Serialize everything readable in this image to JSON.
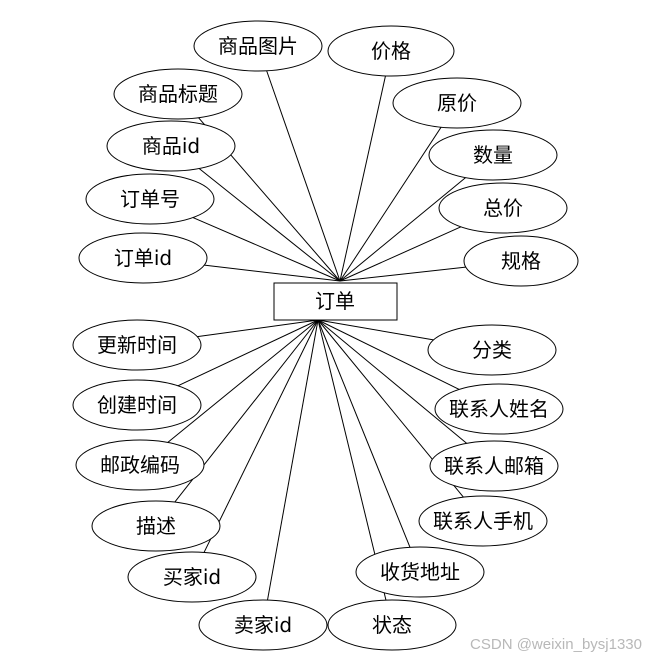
{
  "entity": {
    "label": "订单"
  },
  "attributes": [
    {
      "id": "product-image",
      "label": "商品图片"
    },
    {
      "id": "price",
      "label": "价格"
    },
    {
      "id": "product-title",
      "label": "商品标题"
    },
    {
      "id": "original-price",
      "label": "原价"
    },
    {
      "id": "product-id",
      "label": "商品id"
    },
    {
      "id": "quantity",
      "label": "数量"
    },
    {
      "id": "order-number",
      "label": "订单号"
    },
    {
      "id": "total-price",
      "label": "总价"
    },
    {
      "id": "order-id",
      "label": "订单id"
    },
    {
      "id": "spec",
      "label": "规格"
    },
    {
      "id": "update-time",
      "label": "更新时间"
    },
    {
      "id": "category",
      "label": "分类"
    },
    {
      "id": "create-time",
      "label": "创建时间"
    },
    {
      "id": "contact-name",
      "label": "联系人姓名"
    },
    {
      "id": "postal-code",
      "label": "邮政编码"
    },
    {
      "id": "contact-email",
      "label": "联系人邮箱"
    },
    {
      "id": "description",
      "label": "描述"
    },
    {
      "id": "contact-phone",
      "label": "联系人手机"
    },
    {
      "id": "buyer-id",
      "label": "买家id"
    },
    {
      "id": "shipping-address",
      "label": "收货地址"
    },
    {
      "id": "seller-id",
      "label": "卖家id"
    },
    {
      "id": "status",
      "label": "状态"
    }
  ],
  "watermark": "CSDN @weixin_bysj1330"
}
